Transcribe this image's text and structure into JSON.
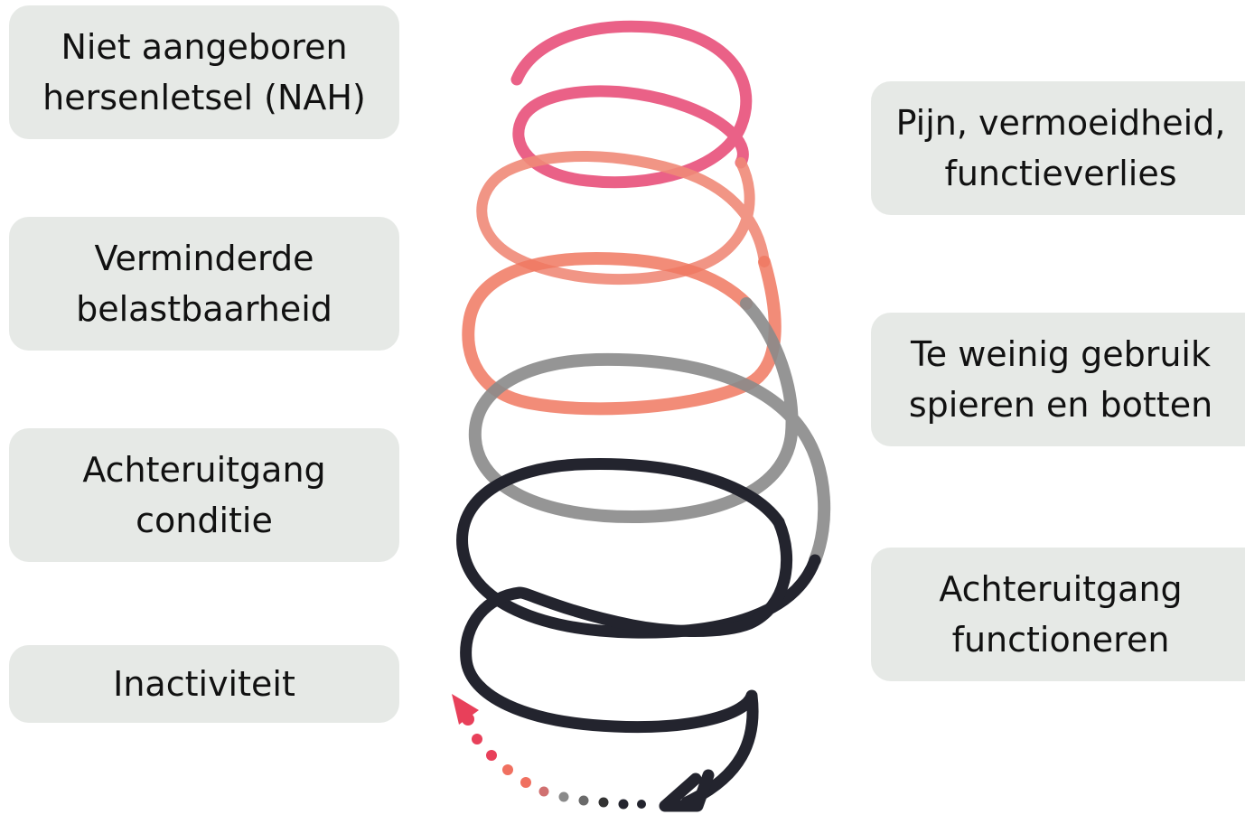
{
  "left_boxes": [
    "Niet aangeboren\nhersenletsel (NAH)",
    "Verminderde\nbelastbaarheid",
    "Achteruitgang\nconditie",
    "Inactiviteit"
  ],
  "right_boxes": [
    "Pijn, vermoeidheid,\nfunctieverlies",
    "Te weinig gebruik\nspieren en botten",
    "Achteruitgang\nfunctioneren"
  ],
  "spiral": {
    "colors": {
      "pink": "#e8507a",
      "coral": "#f08a78",
      "gray": "#8a8a8a",
      "dark": "#23242e",
      "dotted_red": "#e8405a"
    },
    "loops": 6,
    "direction": "downward"
  },
  "box_background": "#e6e9e6"
}
